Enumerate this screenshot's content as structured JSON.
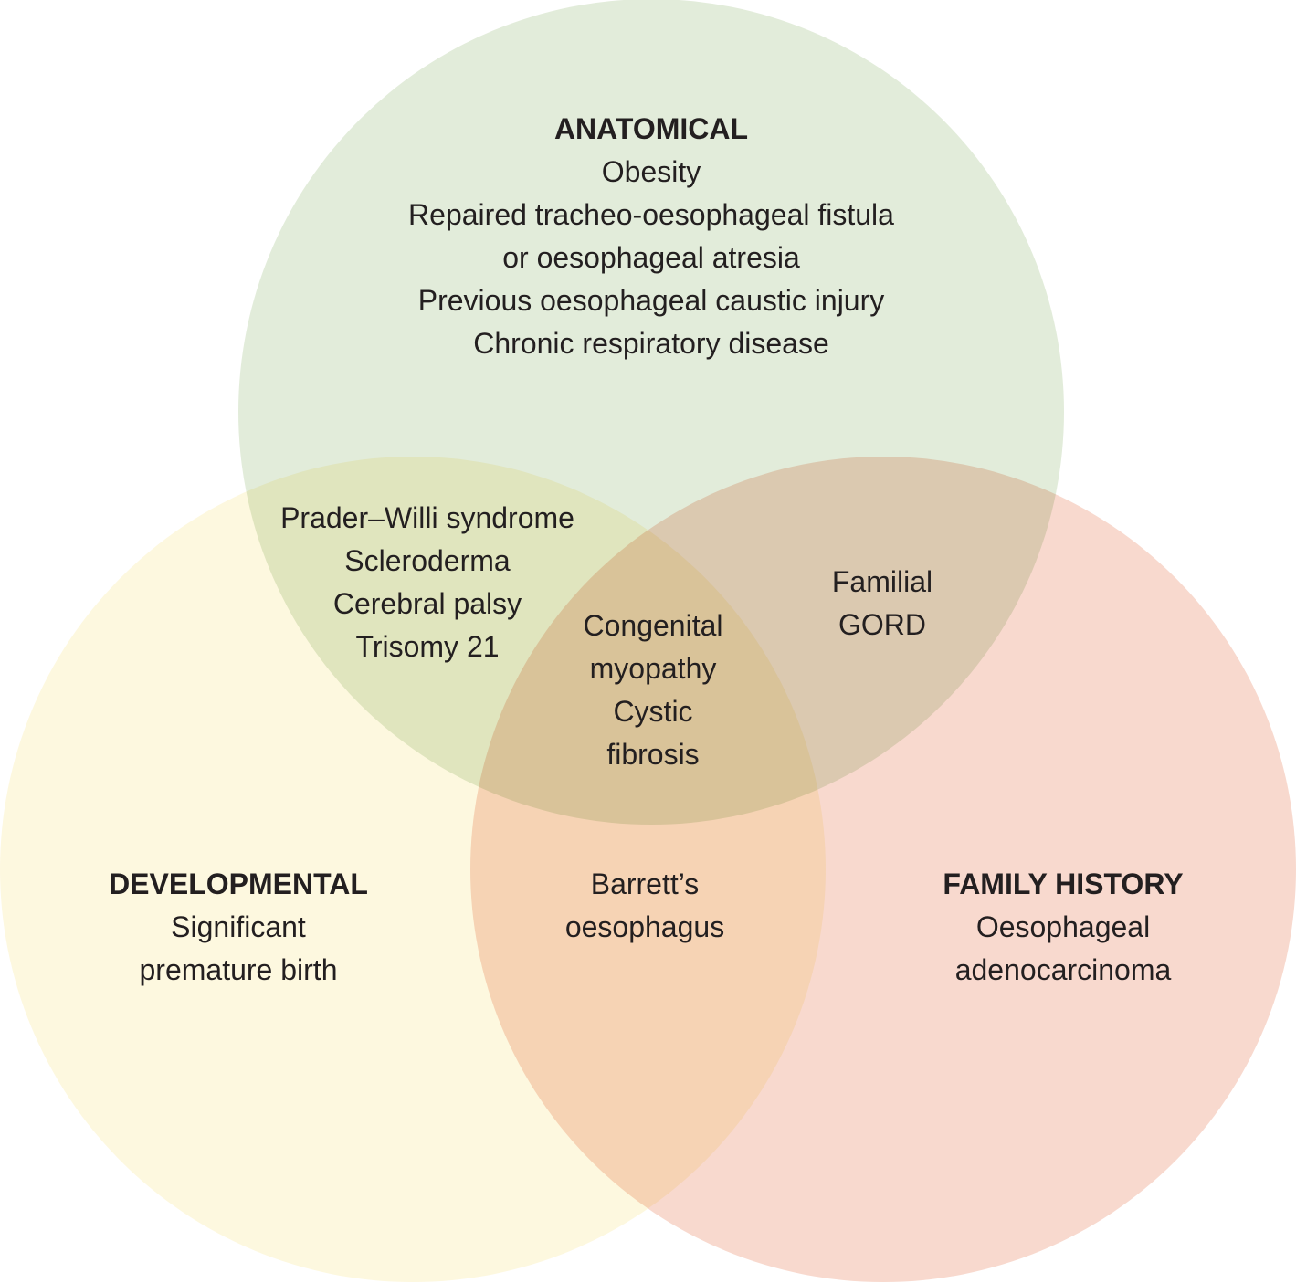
{
  "colors": {
    "anatomical": "#e0ebd8",
    "developmental": "#fdf9df",
    "family_history": "#f7d8cd",
    "text": "#231f20"
  },
  "sets": {
    "anatomical": {
      "title": "ANATOMICAL",
      "items": [
        "Obesity",
        "Repaired tracheo-oesophageal fistula",
        "or oesophageal atresia",
        "Previous oesophageal caustic injury",
        "Chronic respiratory disease"
      ]
    },
    "developmental": {
      "title": "DEVELOPMENTAL",
      "items": [
        "Significant",
        "premature birth"
      ]
    },
    "family_history": {
      "title": "FAMILY HISTORY",
      "items": [
        "Oesophageal",
        "adenocarcinoma"
      ]
    }
  },
  "intersections": {
    "anatomical_developmental": [
      "Prader–Willi syndrome",
      "Scleroderma",
      "Cerebral palsy",
      "Trisomy 21"
    ],
    "anatomical_family_history": [
      "Familial",
      "GORD"
    ],
    "developmental_family_history": [
      "Barrett’s",
      "oesophagus"
    ],
    "all_three": [
      "Congenital",
      "myopathy",
      "Cystic",
      "fibrosis"
    ]
  }
}
